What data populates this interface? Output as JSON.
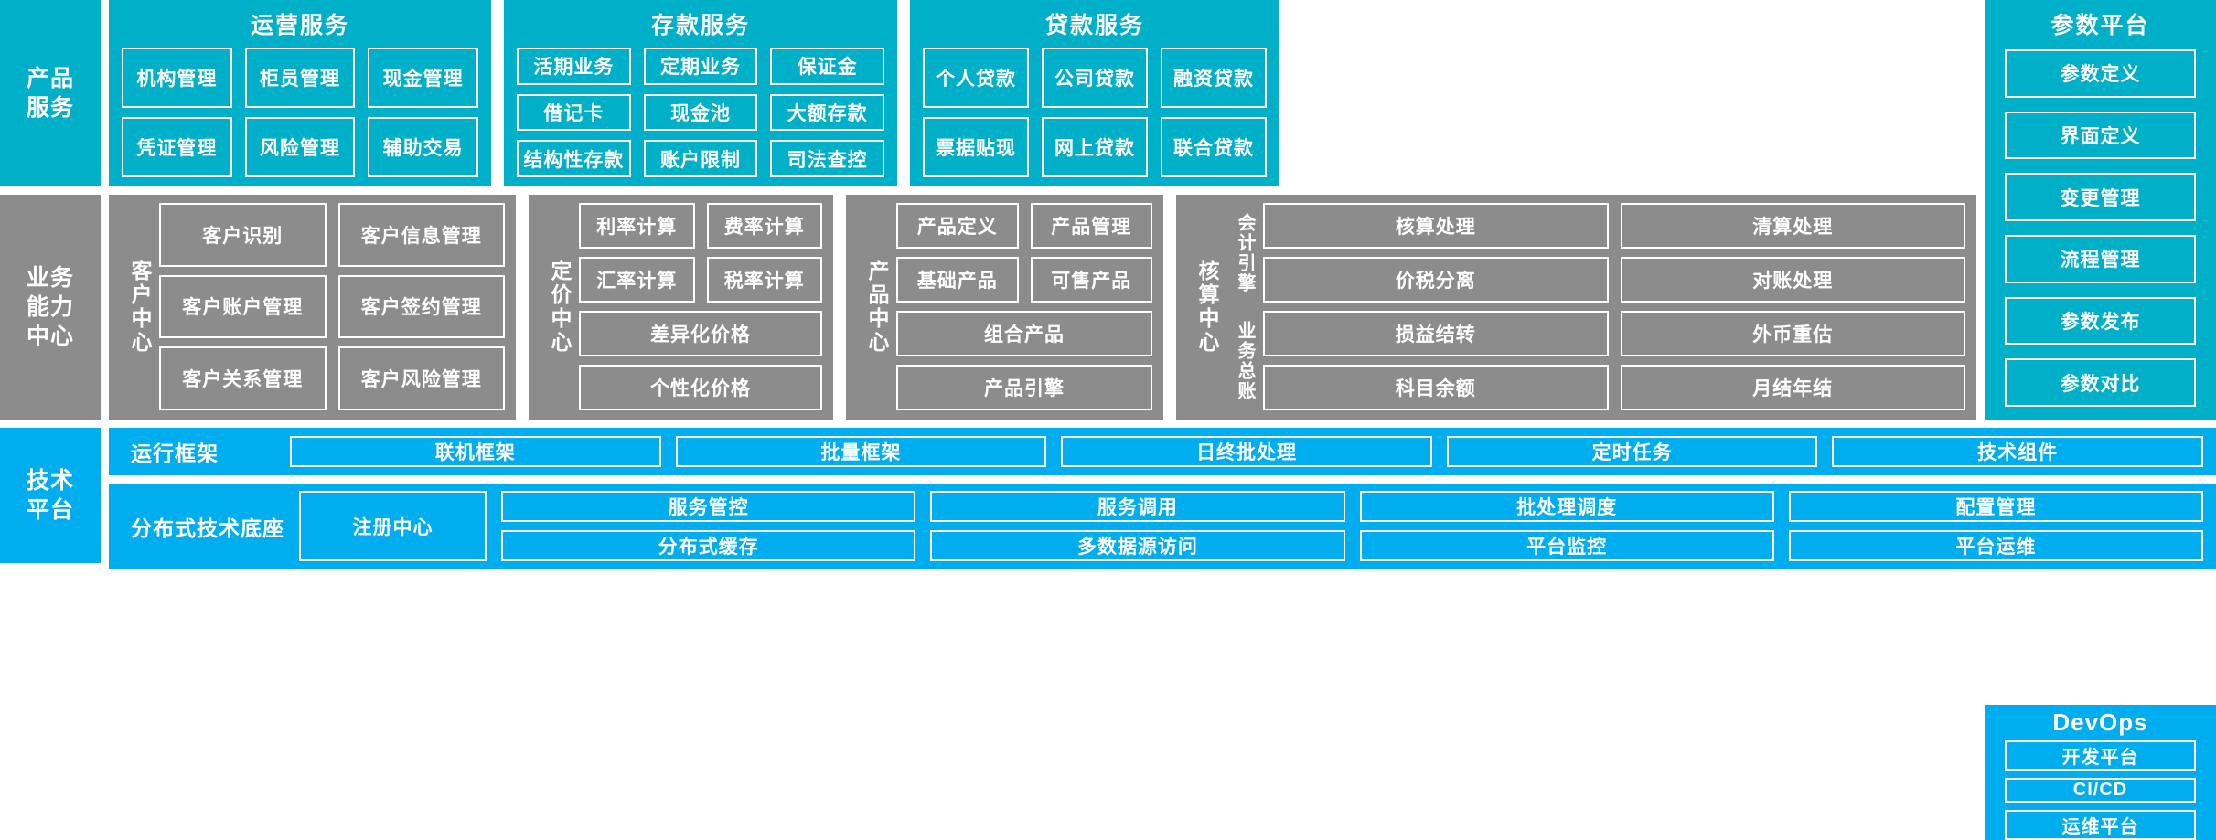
{
  "bands": {
    "product": {
      "label": "产品\n服务",
      "color": "#00AFC8"
    },
    "capability": {
      "label": "业务\n能力\n中心",
      "color": "#8C8C8C"
    },
    "technology": {
      "label": "技术\n平台",
      "color": "#00AEEF"
    }
  },
  "product_services": {
    "groups": [
      {
        "title": "运营服务",
        "items": [
          "机构管理",
          "柜员管理",
          "现金管理",
          "凭证管理",
          "风险管理",
          "辅助交易"
        ]
      },
      {
        "title": "存款服务",
        "items": [
          "活期业务",
          "定期业务",
          "保证金",
          "借记卡",
          "现金池",
          "大额存款",
          "结构性存款",
          "账户限制",
          "司法查控"
        ]
      },
      {
        "title": "贷款服务",
        "items": [
          "个人贷款",
          "公司贷款",
          "融资贷款",
          "票据贴现",
          "网上贷款",
          "联合贷款"
        ]
      }
    ]
  },
  "parameter_platform": {
    "title": "参数平台",
    "items": [
      "参数定义",
      "界面定义",
      "变更管理",
      "流程管理",
      "参数发布",
      "参数对比"
    ]
  },
  "capability_centers": {
    "customer": {
      "label": "客户中心",
      "items": [
        "客户识别",
        "客户信息管理",
        "客户账户管理",
        "客户签约管理",
        "客户关系管理",
        "客户风险管理"
      ]
    },
    "pricing": {
      "label": "定价中心",
      "items": [
        "利率计算",
        "费率计算",
        "汇率计算",
        "税率计算"
      ],
      "wide_items": [
        "差异化价格",
        "个性化价格"
      ]
    },
    "product": {
      "label": "产品中心",
      "items": [
        "产品定义",
        "产品管理",
        "基础产品",
        "可售产品"
      ],
      "wide_items": [
        "组合产品",
        "产品引擎"
      ]
    },
    "accounting": {
      "label": "核算中心",
      "sub_accounting_engine": {
        "label": "会计引擎",
        "items": [
          "核算处理",
          "清算处理",
          "价税分离",
          "对账处理"
        ]
      },
      "sub_general_ledger": {
        "label": "业务总账",
        "items": [
          "损益结转",
          "外币重估",
          "科目余额",
          "月结年结"
        ]
      }
    }
  },
  "technology_platform": {
    "runtime_framework": {
      "name": "运行框架",
      "items": [
        "联机框架",
        "批量框架",
        "日终批处理",
        "定时任务",
        "技术组件"
      ]
    },
    "distributed_base": {
      "name": "分布式技术底座",
      "registry": "注册中心",
      "items": [
        "服务管控",
        "服务调用",
        "批处理调度",
        "配置管理",
        "分布式缓存",
        "多数据源访问",
        "平台监控",
        "平台运维"
      ]
    }
  },
  "devops": {
    "title": "DevOps",
    "items": [
      "开发平台",
      "CI/CD",
      "运维平台"
    ]
  }
}
